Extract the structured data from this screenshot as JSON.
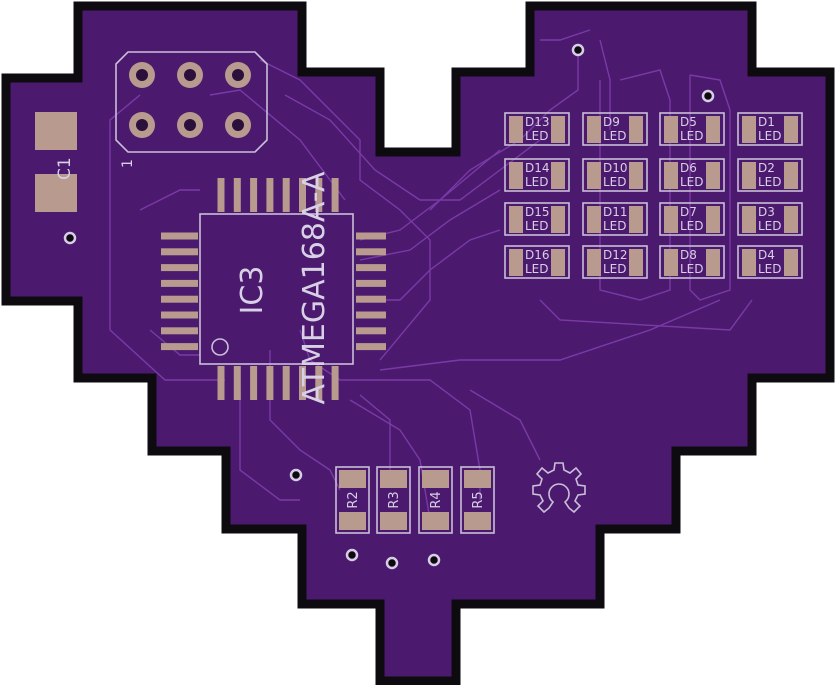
{
  "board": {
    "colors": {
      "soldermask": "#4b1a6e",
      "outline": "#0d0b0f",
      "copper_pad": "#b89a8e",
      "silkscreen": "#d8d0e4",
      "trace": "#7a3aa6"
    }
  },
  "ic": {
    "ref": "IC3",
    "value": "ATMEGA168A-A"
  },
  "capacitor": {
    "ref": "C1"
  },
  "header": {
    "pin1_label": "1"
  },
  "leds": [
    {
      "ref": "D13",
      "value": "LED"
    },
    {
      "ref": "D9",
      "value": "LED"
    },
    {
      "ref": "D5",
      "value": "LED"
    },
    {
      "ref": "D1",
      "value": "LED"
    },
    {
      "ref": "D14",
      "value": "LED"
    },
    {
      "ref": "D10",
      "value": "LED"
    },
    {
      "ref": "D6",
      "value": "LED"
    },
    {
      "ref": "D2",
      "value": "LED"
    },
    {
      "ref": "D15",
      "value": "LED"
    },
    {
      "ref": "D11",
      "value": "LED"
    },
    {
      "ref": "D7",
      "value": "LED"
    },
    {
      "ref": "D3",
      "value": "LED"
    },
    {
      "ref": "D16",
      "value": "LED"
    },
    {
      "ref": "D12",
      "value": "LED"
    },
    {
      "ref": "D8",
      "value": "LED"
    },
    {
      "ref": "D4",
      "value": "LED"
    }
  ],
  "resistors": [
    {
      "ref": "R2"
    },
    {
      "ref": "R3"
    },
    {
      "ref": "R4"
    },
    {
      "ref": "R5"
    }
  ]
}
